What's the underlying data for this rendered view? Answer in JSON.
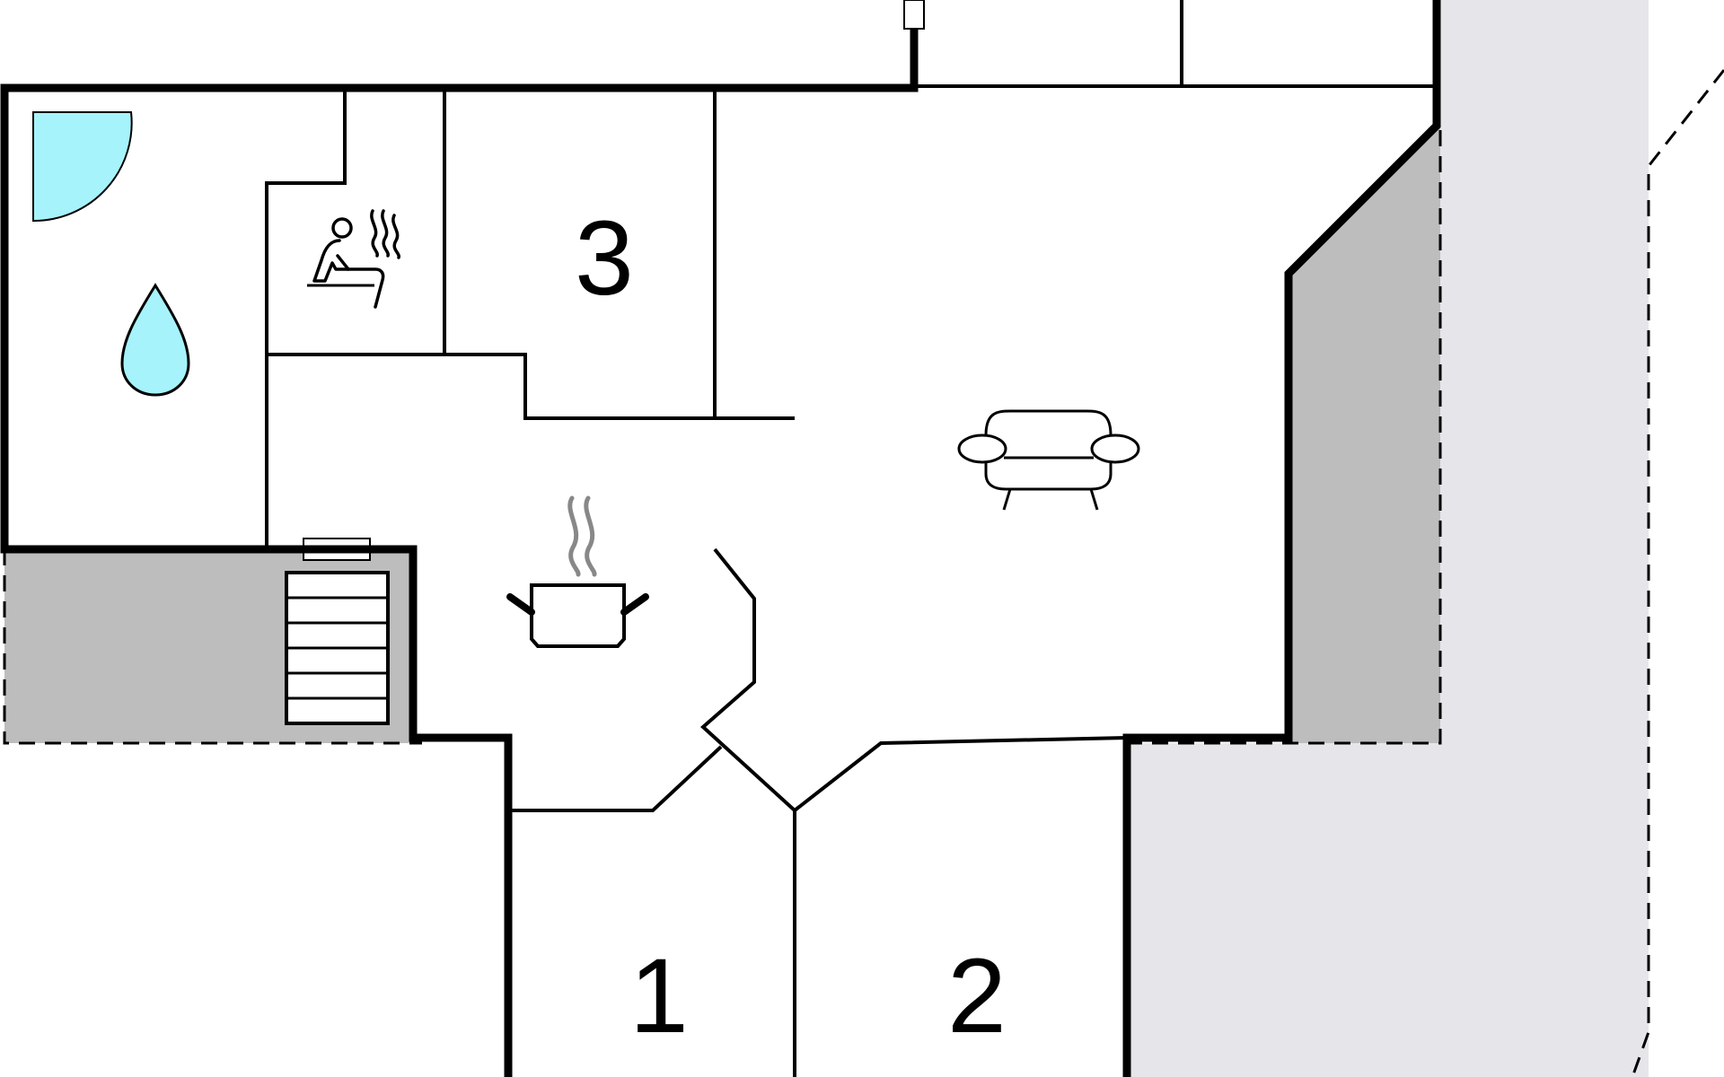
{
  "plan": {
    "colors": {
      "wall": "#000000",
      "floor": "#ffffff",
      "terrace": "#bdbdbd",
      "garden": "#e6e6ea",
      "water": "#a6f3fb",
      "steam": "#888888"
    },
    "rooms": [
      {
        "id": "room-1",
        "label": "1"
      },
      {
        "id": "room-2",
        "label": "2"
      },
      {
        "id": "room-3",
        "label": "3"
      }
    ],
    "icons": [
      "shower-icon",
      "water-drop-icon",
      "sauna-icon",
      "stairs-icon",
      "kitchen-pot-icon",
      "sofa-icon"
    ]
  }
}
